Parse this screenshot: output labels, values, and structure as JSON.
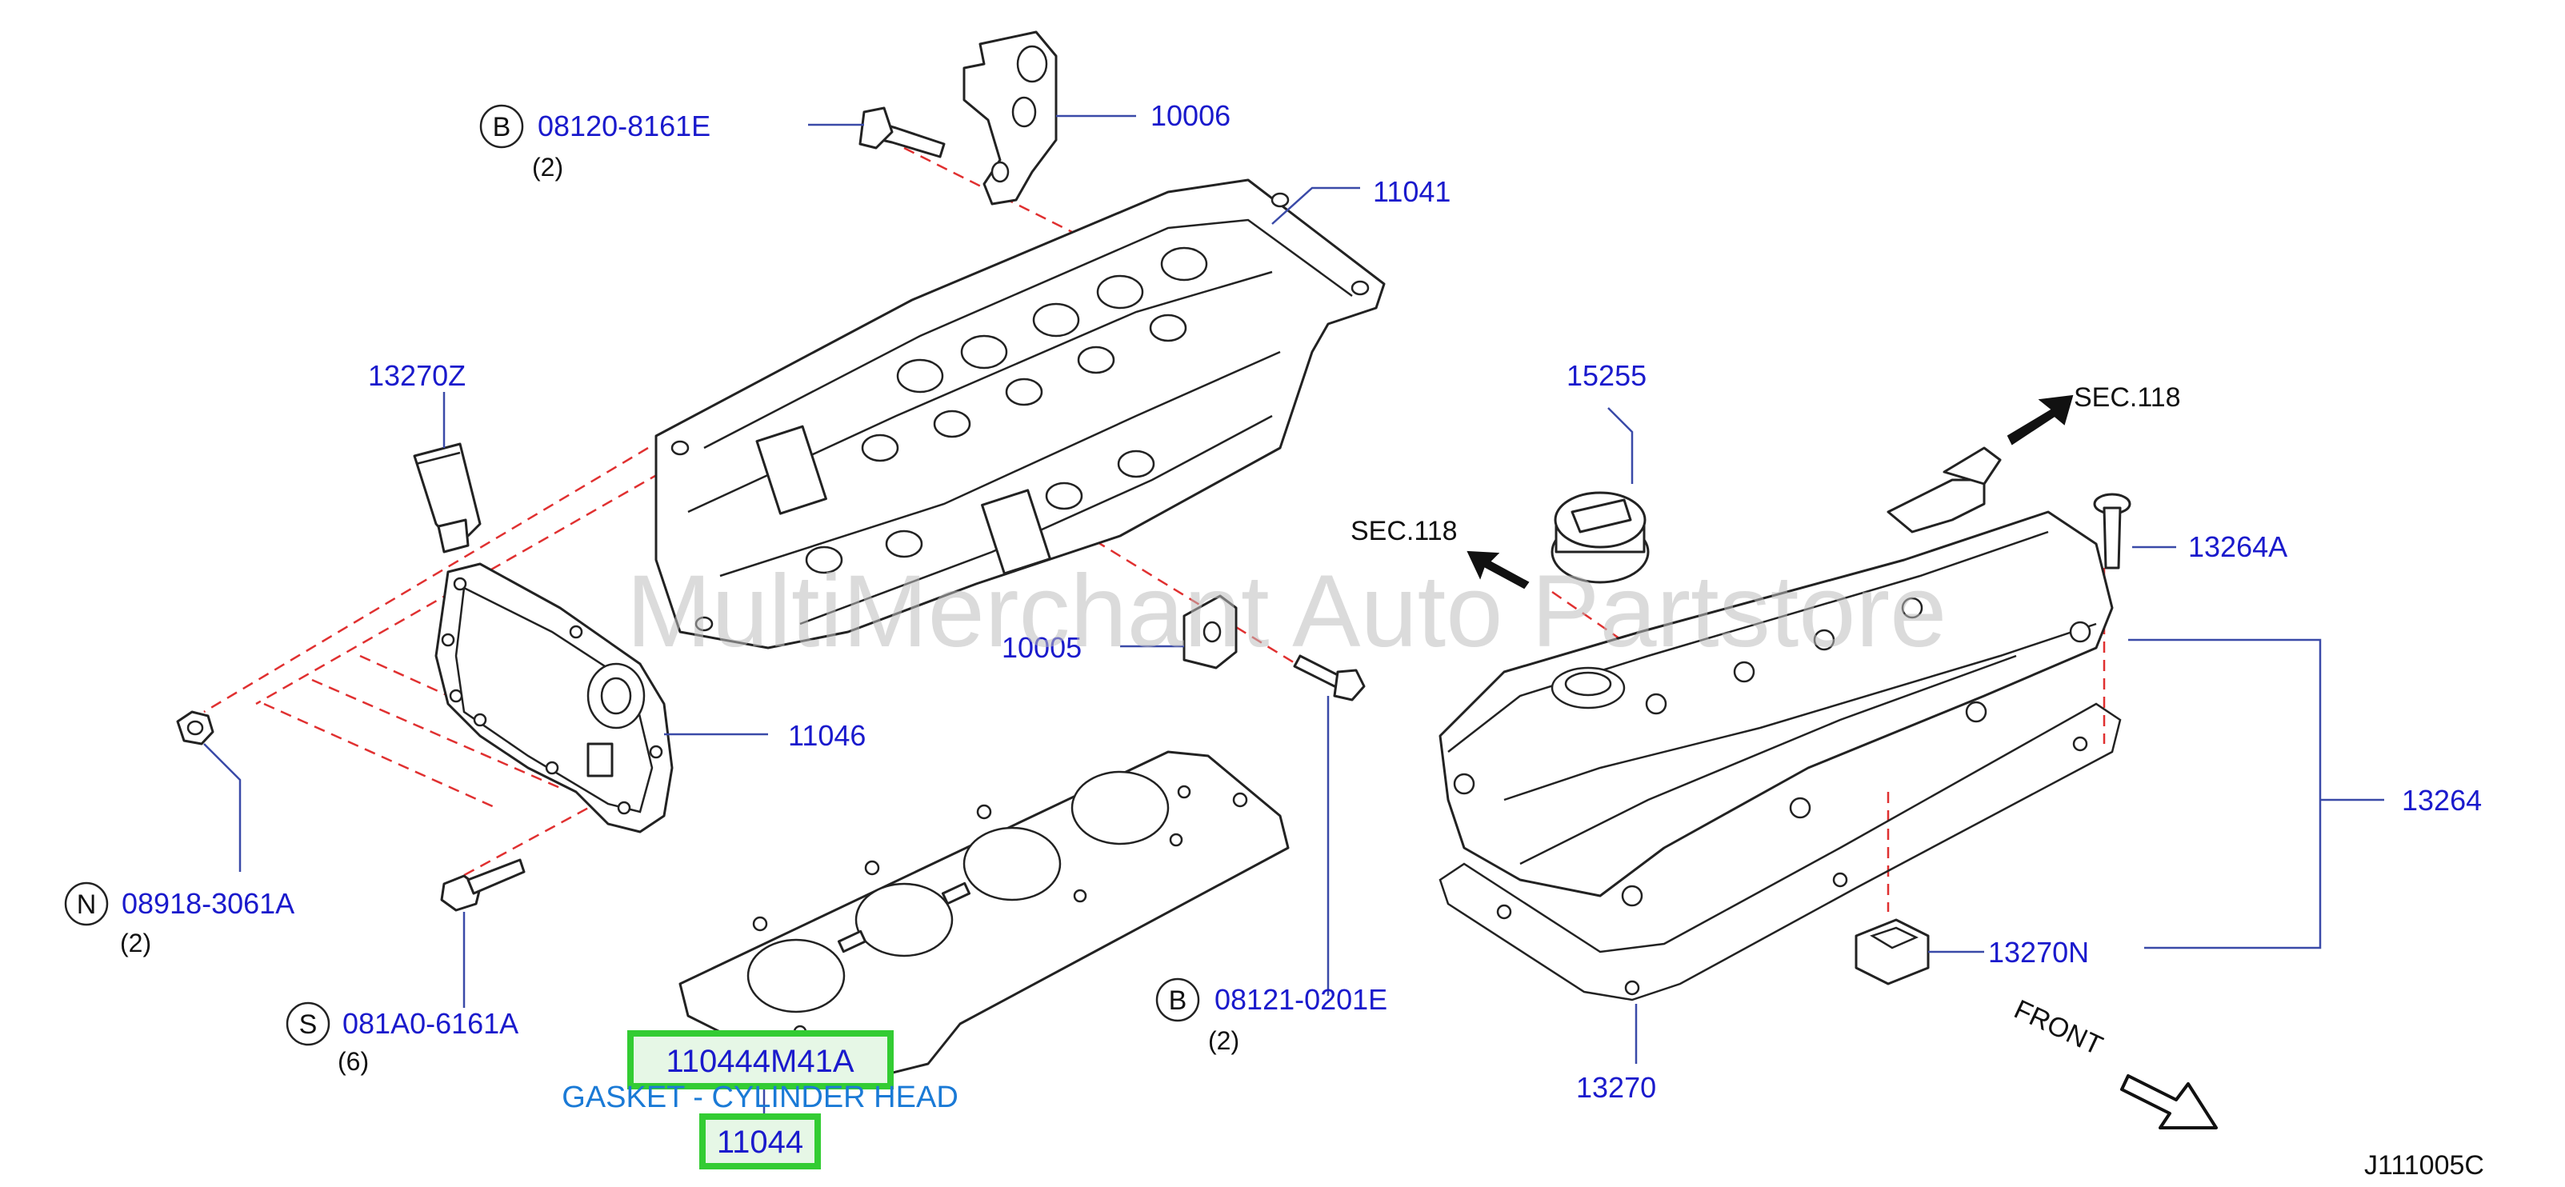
{
  "watermark": "MultiMerchant Auto Partstore",
  "diagram_code": "J111005C",
  "front_label": "FRONT",
  "sec_labels": [
    "SEC.118",
    "SEC.118"
  ],
  "parts": [
    {
      "number": "08120-8161E",
      "symbol": "B",
      "qty": "(2)"
    },
    {
      "number": "10006"
    },
    {
      "number": "11041"
    },
    {
      "number": "13270Z"
    },
    {
      "number": "15255"
    },
    {
      "number": "13264A"
    },
    {
      "number": "10005"
    },
    {
      "number": "11046"
    },
    {
      "number": "13264"
    },
    {
      "number": "08918-3061A",
      "symbol": "N",
      "qty": "(2)"
    },
    {
      "number": "081A0-6161A",
      "symbol": "S",
      "qty": "(6)"
    },
    {
      "number": "08121-0201E",
      "symbol": "B",
      "qty": "(2)"
    },
    {
      "number": "13270N"
    },
    {
      "number": "13270"
    }
  ],
  "highlight": {
    "oem_number": "110444M41A",
    "description": "GASKET - CYLINDER HEAD",
    "part_number": "11044",
    "color": "#33cc33"
  },
  "colors": {
    "label": "#1a1acc",
    "dashed_line": "#e03030",
    "highlight": "#33cc33",
    "description": "#1a7ad6"
  }
}
